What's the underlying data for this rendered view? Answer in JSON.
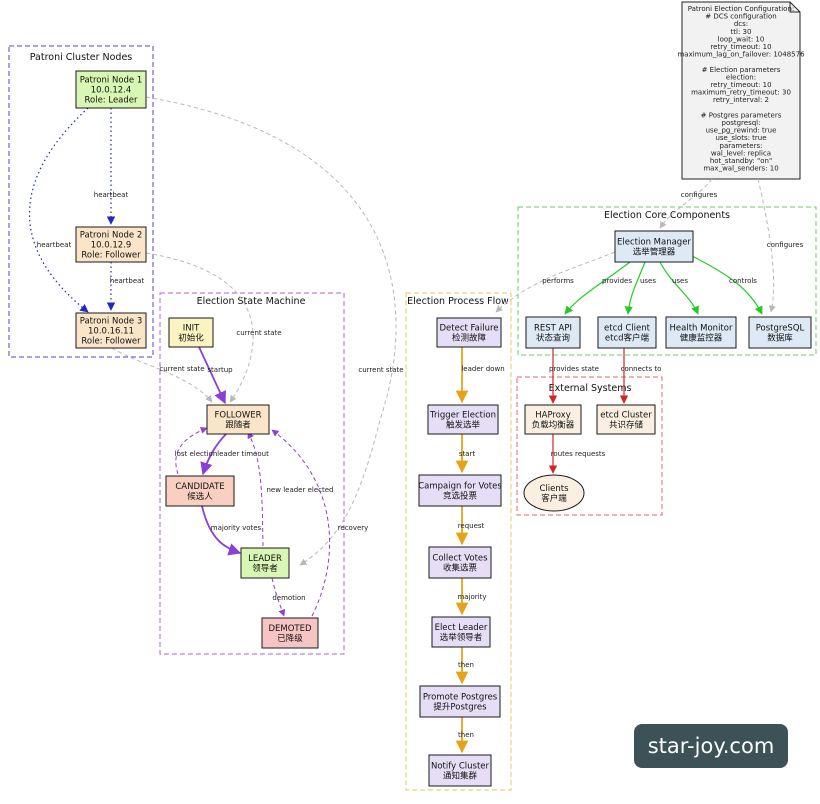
{
  "clusters": {
    "patroni_nodes": "Patroni Cluster Nodes",
    "state_machine": "Election State Machine",
    "process_flow": "Election Process Flow",
    "core": "Election Core Components",
    "external": "External Systems"
  },
  "nodes": {
    "node1": [
      "Patroni Node 1",
      "10.0.12.4",
      "Role: Leader"
    ],
    "node2": [
      "Patroni Node 2",
      "10.0.12.9",
      "Role: Follower"
    ],
    "node3": [
      "Patroni Node 3",
      "10.0.16.11",
      "Role: Follower"
    ],
    "init": [
      "INIT",
      "初始化"
    ],
    "follower": [
      "FOLLOWER",
      "跟随者"
    ],
    "candidate": [
      "CANDIDATE",
      "候选人"
    ],
    "leader": [
      "LEADER",
      "领导者"
    ],
    "demoted": [
      "DEMOTED",
      "已降级"
    ],
    "detect": [
      "Detect Failure",
      "检测故障"
    ],
    "trigger": [
      "Trigger Election",
      "触发选举"
    ],
    "campaign": [
      "Campaign for Votes",
      "竞选投票"
    ],
    "collect": [
      "Collect Votes",
      "收集选票"
    ],
    "elect": [
      "Elect Leader",
      "选举领导者"
    ],
    "promote": [
      "Promote Postgres",
      "提升Postgres"
    ],
    "notify": [
      "Notify Cluster",
      "通知集群"
    ],
    "manager": [
      "Election Manager",
      "选举管理器"
    ],
    "rest": [
      "REST API",
      "状态查询"
    ],
    "etcdc": [
      "etcd Client",
      "etcd客户端"
    ],
    "health": [
      "Health Monitor",
      "健康监控器"
    ],
    "pg": [
      "PostgreSQL",
      "数据库"
    ],
    "haproxy": [
      "HAProxy",
      "负载均衡器"
    ],
    "etcdcl": [
      "etcd Cluster",
      "共识存储"
    ],
    "clients": [
      "Clients",
      "客户端"
    ]
  },
  "config_note": [
    "Patroni Election Configuration:",
    "# DCS configuration",
    "dcs:",
    "ttl: 30",
    "loop_wait: 10",
    "retry_timeout: 10",
    "maximum_lag_on_failover: 1048576",
    "",
    "# Election parameters",
    "election:",
    "retry_timeout: 10",
    "maximum_retry_timeout: 30",
    "retry_interval: 2",
    "",
    "# Postgres parameters",
    "postgresql:",
    "use_pg_rewind: true",
    "use_slots: true",
    "parameters:",
    "wal_level: replica",
    "hot_standby: \"on\"",
    "max_wal_senders: 10"
  ],
  "edges": {
    "heartbeat": "heartbeat",
    "current_state": "current state",
    "startup": "startup",
    "lost_election": "lost election",
    "leader_timeout": "leader timeout",
    "new_leader_elected": "new leader elected",
    "majority_votes": "majority votes",
    "demotion": "demotion",
    "recovery": "recovery",
    "leader_down": "leader down",
    "start": "start",
    "request": "request",
    "majority": "majority",
    "then": "then",
    "configures": "configures",
    "performs": "performs",
    "provides": "provides",
    "uses": "uses",
    "controls": "controls",
    "provides_state": "provides state",
    "connects_to": "connects to",
    "routes_requests": "routes requests"
  },
  "watermark": "star-joy.com",
  "colors": {
    "leader_fill": "#d9f7b4",
    "follower_fill": "#fbe5c8",
    "init_fill": "#fbf3c2",
    "candidate_fill": "#f9cfc2",
    "demoted_fill": "#f7c4c4",
    "process_fill": "#e6def6",
    "core_fill": "#dde9f5",
    "external_fill": "#fbefe2",
    "note_fill": "#f2f2f2",
    "blue_edge": "#1f28c8",
    "purple_edge": "#8a3fd8",
    "orange_edge": "#e8a21a",
    "green_edge": "#22cc22",
    "red_edge": "#d42323",
    "gray_edge": "#b8b8b8"
  }
}
